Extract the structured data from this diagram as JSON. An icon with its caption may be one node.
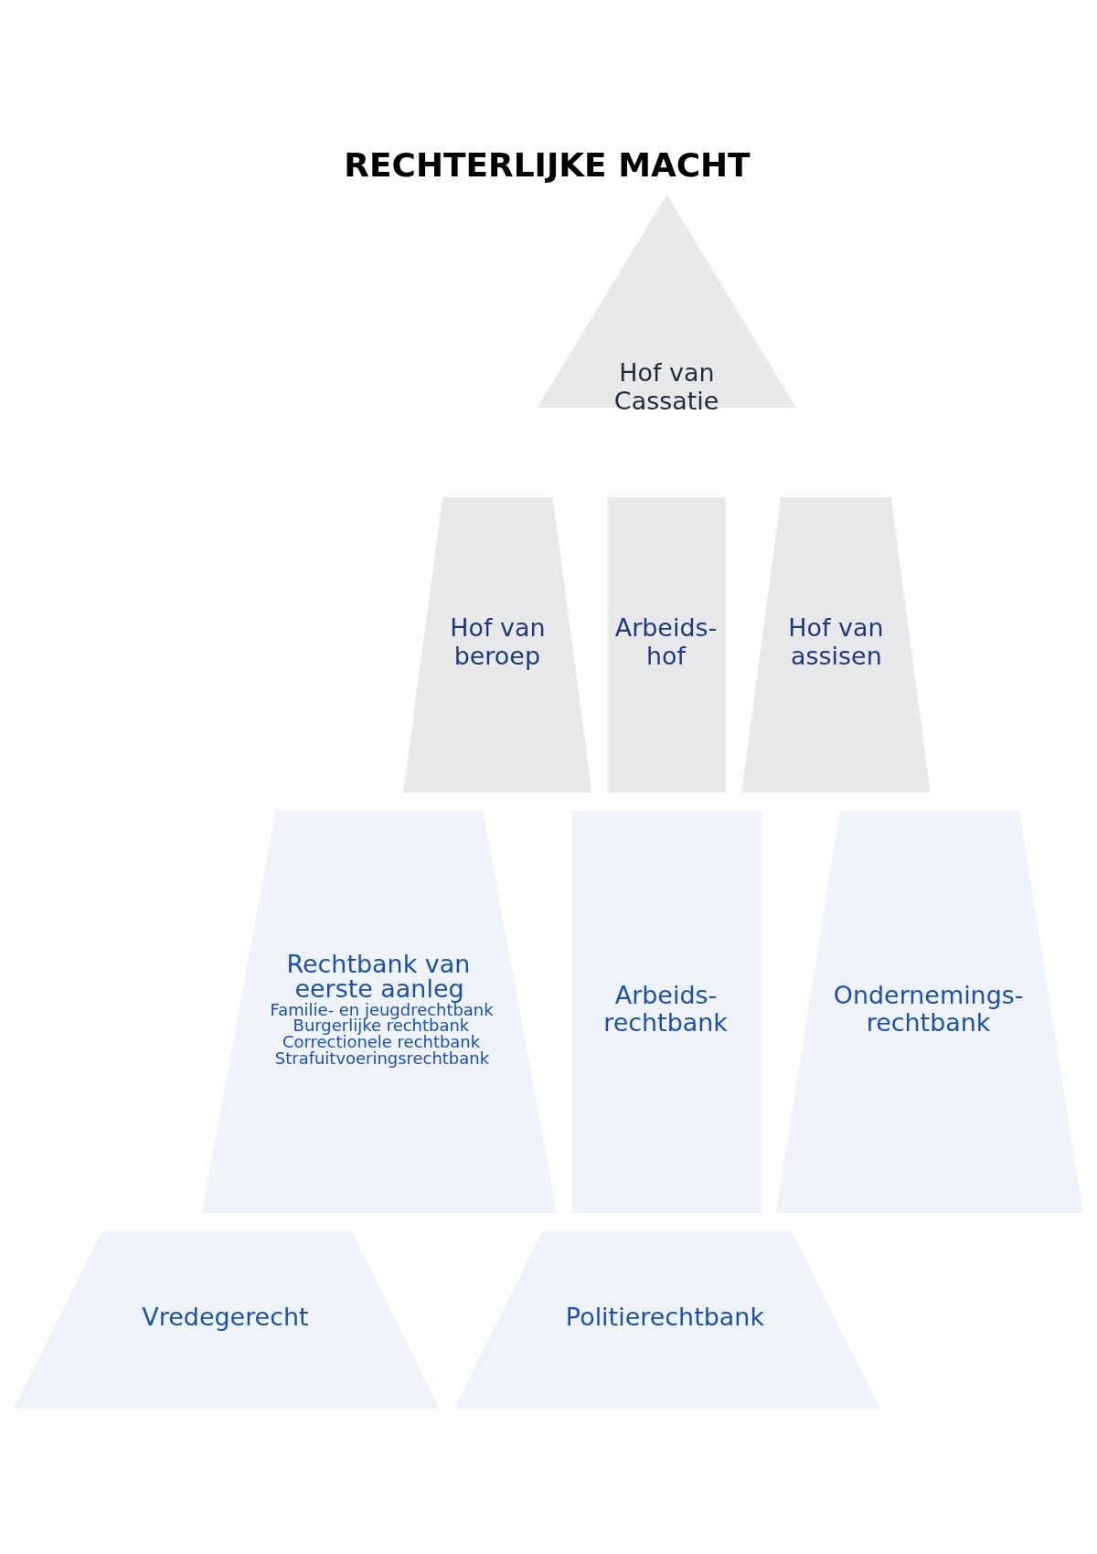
{
  "diagram": {
    "title": "RECHTERLIJKE MACHT",
    "nodes": [
      {
        "text": [
          "Hof van Cassatie"
        ]
      },
      {
        "text": [
          "Hof van beroep"
        ]
      },
      {
        "text": [
          "Arbeids- hof"
        ]
      },
      {
        "text": [
          "Hof van assisen"
        ]
      },
      {
        "text": [
          "Rechtbank van eerste aanleg",
          "Familie- en jeugdrechtbank",
          "Burgerlijke rechtbank",
          "Correctionele rechtbank",
          "Strafuitvoeringsrechtbank"
        ]
      },
      {
        "text": [
          "Arbeids- rechtbank"
        ]
      },
      {
        "text": [
          "Ondernemings- rechtbank"
        ]
      },
      {
        "text": [
          "Vredegerecht"
        ]
      },
      {
        "text": [
          "Politierechtbank"
        ]
      }
    ]
  }
}
